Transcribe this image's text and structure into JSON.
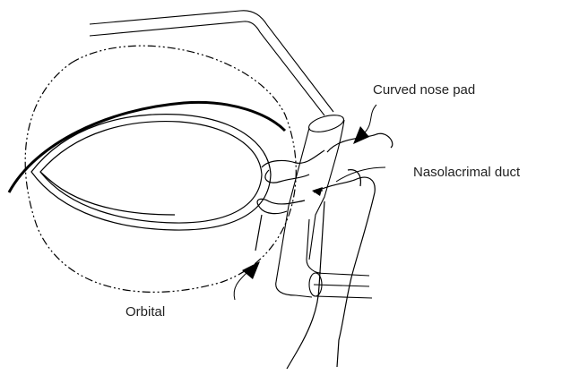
{
  "diagram": {
    "labels": {
      "curved_nose_pad": "Curved nose pad",
      "nasolacrimal_duct": "Nasolacrimal duct",
      "orbital": "Orbital"
    },
    "colors": {
      "line": "#000000",
      "text": "#222222",
      "background": "#ffffff"
    }
  }
}
